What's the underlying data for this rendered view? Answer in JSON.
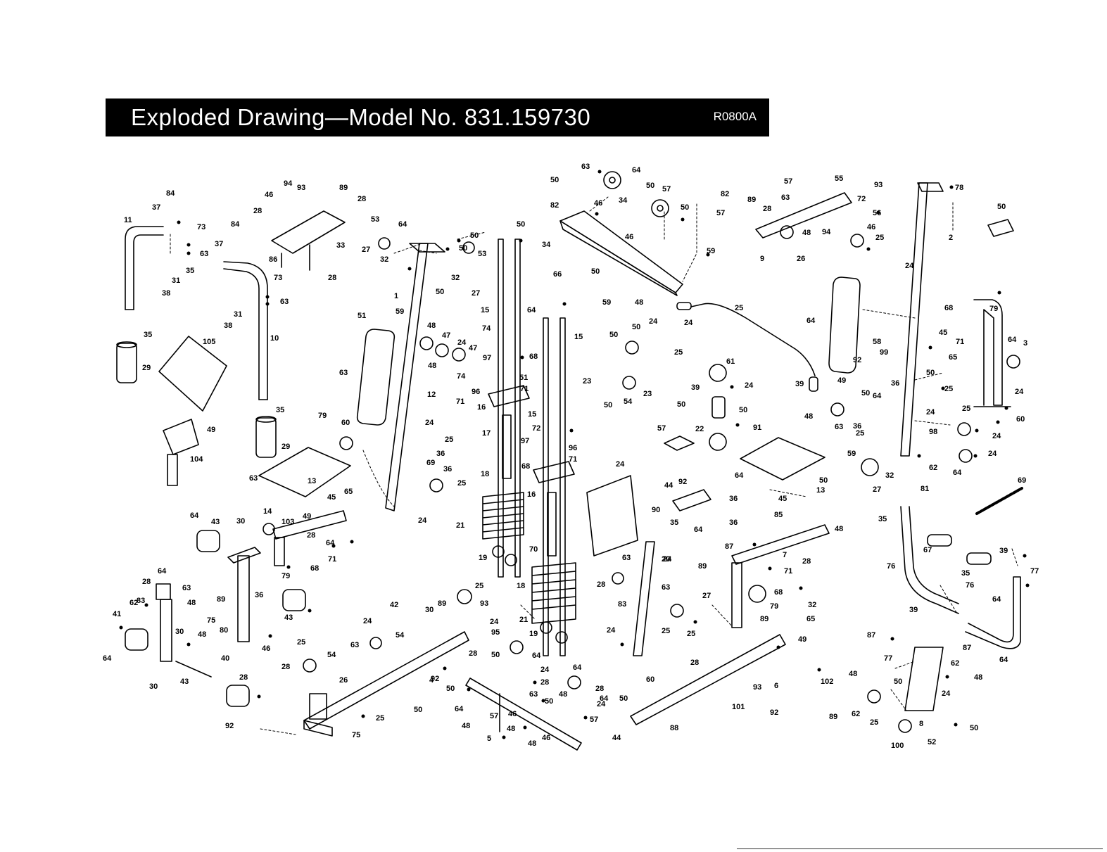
{
  "header": {
    "title": "Exploded Drawing—Model No. 831.159730",
    "code": "R0800A"
  },
  "callouts": [
    "84",
    "37",
    "11",
    "73",
    "63",
    "35",
    "31",
    "38",
    "84",
    "37",
    "31",
    "38",
    "73",
    "63",
    "35",
    "10",
    "29",
    "35",
    "29",
    "105",
    "49",
    "104",
    "46",
    "94",
    "93",
    "89",
    "28",
    "28",
    "86",
    "33",
    "28",
    "53",
    "27",
    "32",
    "64",
    "50",
    "50",
    "1",
    "50",
    "53",
    "32",
    "27",
    "50",
    "15",
    "74",
    "97",
    "96",
    "16",
    "17",
    "18",
    "21",
    "19",
    "51",
    "71",
    "68",
    "64",
    "15",
    "15",
    "72",
    "97",
    "96",
    "71",
    "68",
    "16",
    "70",
    "18",
    "21",
    "19",
    "51",
    "59",
    "48",
    "47",
    "24",
    "47",
    "48",
    "74",
    "63",
    "12",
    "71",
    "79",
    "60",
    "24",
    "25",
    "36",
    "69",
    "36",
    "25",
    "24",
    "63",
    "64",
    "50",
    "82",
    "46",
    "34",
    "50",
    "57",
    "50",
    "82",
    "57",
    "46",
    "34",
    "66",
    "50",
    "59",
    "48",
    "59",
    "50",
    "50",
    "24",
    "25",
    "23",
    "50",
    "54",
    "23",
    "24",
    "25",
    "39",
    "61",
    "39",
    "24",
    "50",
    "50",
    "57",
    "22",
    "91",
    "24",
    "57",
    "55",
    "93",
    "89",
    "28",
    "63",
    "48",
    "9",
    "26",
    "72",
    "56",
    "94",
    "46",
    "25",
    "24",
    "78",
    "2",
    "50",
    "64",
    "58",
    "99",
    "92",
    "49",
    "65",
    "45",
    "68",
    "71",
    "79",
    "64",
    "3",
    "24",
    "50",
    "25",
    "36",
    "64",
    "50",
    "48",
    "63",
    "24",
    "25",
    "36",
    "98",
    "25",
    "24",
    "59",
    "32",
    "27",
    "62",
    "64",
    "24",
    "60",
    "63",
    "13",
    "65",
    "45",
    "49",
    "14",
    "103",
    "64",
    "43",
    "30",
    "28",
    "71",
    "68",
    "79",
    "64",
    "64",
    "28",
    "63",
    "89",
    "36",
    "20",
    "83",
    "48",
    "62",
    "41",
    "43",
    "30",
    "48",
    "75",
    "80",
    "40",
    "46",
    "64",
    "30",
    "43",
    "28",
    "42",
    "30",
    "89",
    "93",
    "25",
    "24",
    "63",
    "54",
    "24",
    "25",
    "28",
    "54",
    "26",
    "25",
    "4",
    "50",
    "75",
    "92",
    "92",
    "28",
    "50",
    "95",
    "64",
    "24",
    "63",
    "28",
    "48",
    "50",
    "50",
    "64",
    "48",
    "57",
    "46",
    "48",
    "5",
    "48",
    "46",
    "57",
    "64",
    "64",
    "28",
    "24",
    "63",
    "28",
    "24",
    "63",
    "83",
    "25",
    "25",
    "24",
    "60",
    "50",
    "88",
    "44",
    "44",
    "92",
    "36",
    "90",
    "35",
    "64",
    "36",
    "87",
    "85",
    "48",
    "89",
    "7",
    "28",
    "71",
    "68",
    "79",
    "32",
    "27",
    "89",
    "64",
    "50",
    "13",
    "45",
    "65",
    "49",
    "28",
    "93",
    "6",
    "101",
    "102",
    "92",
    "89",
    "81",
    "69",
    "35",
    "67",
    "76",
    "39",
    "77",
    "35",
    "76",
    "39",
    "64",
    "87",
    "64",
    "87",
    "77",
    "62",
    "48",
    "48",
    "62",
    "25",
    "24",
    "50",
    "8",
    "50",
    "100",
    "52",
    "24",
    "25"
  ]
}
